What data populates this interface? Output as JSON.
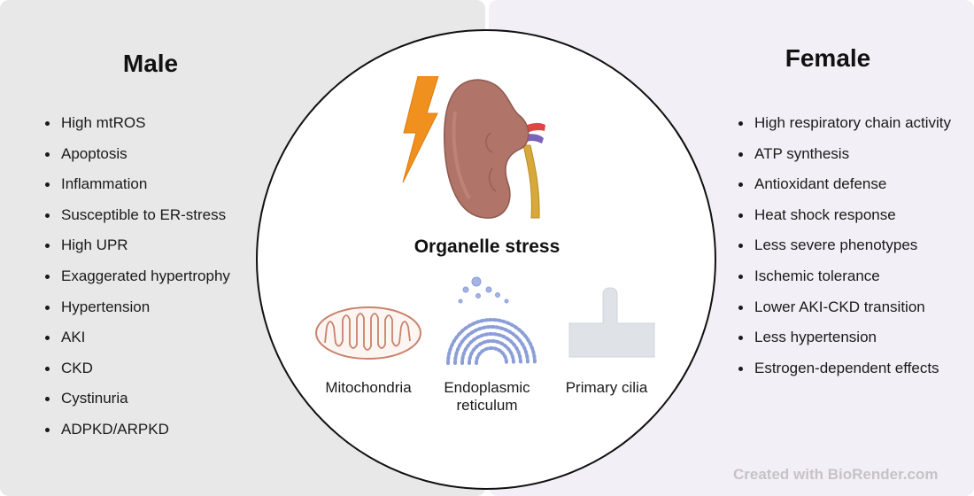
{
  "male": {
    "heading": "Male",
    "items": [
      "High mtROS",
      "Apoptosis",
      "Inflammation",
      "Susceptible to ER-stress",
      "High UPR",
      "Exaggerated hypertrophy",
      "Hypertension",
      "AKI",
      "CKD",
      "Cystinuria",
      "ADPKD/ARPKD"
    ]
  },
  "female": {
    "heading": "Female",
    "items": [
      "High respiratory chain activity",
      "ATP synthesis",
      "Antioxidant defense",
      "Heat shock response",
      "Less severe phenotypes",
      "Ischemic tolerance",
      "Lower AKI-CKD transition",
      "Less hypertension",
      "Estrogen-dependent effects"
    ]
  },
  "center": {
    "title": "Organelle stress",
    "organelles": {
      "mitochondria": "Mitochondria",
      "er_line1": "Endoplasmic",
      "er_line2": "reticulum",
      "cilia": "Primary cilia"
    }
  },
  "icons": {
    "lightning": "lightning-bolt-icon",
    "kidney": "kidney-icon",
    "mitochondrion": "mitochondrion-icon",
    "er": "endoplasmic-reticulum-icon",
    "cilium": "primary-cilium-icon"
  },
  "colors": {
    "male_panel": "#e8e8e8",
    "female_panel": "#f3eff6",
    "lightning": "#f0901e",
    "kidney": "#b07468",
    "mitochondrion": "#c9826b",
    "er": "#8b9ed8",
    "cilium": "#dfe3e8",
    "credit": "#c6c3c8"
  },
  "credit": "Created with BioRender.com"
}
